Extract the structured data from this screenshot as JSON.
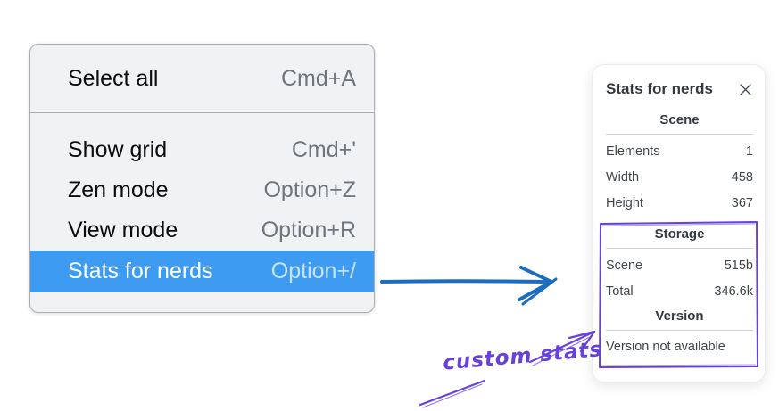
{
  "context_menu": {
    "groups": [
      {
        "items": [
          {
            "label": "Select all",
            "shortcut": "Cmd+A",
            "highlighted": false
          }
        ]
      },
      {
        "items": [
          {
            "label": "Show grid",
            "shortcut": "Cmd+'",
            "highlighted": false
          },
          {
            "label": "Zen mode",
            "shortcut": "Option+Z",
            "highlighted": false
          },
          {
            "label": "View mode",
            "shortcut": "Option+R",
            "highlighted": false
          },
          {
            "label": "Stats for nerds",
            "shortcut": "Option+/",
            "highlighted": true
          }
        ]
      }
    ]
  },
  "stats_panel": {
    "title": "Stats for nerds",
    "close_icon": "x-icon",
    "sections": [
      {
        "heading": "Scene",
        "rows": [
          {
            "label": "Elements",
            "value": "1"
          },
          {
            "label": "Width",
            "value": "458"
          },
          {
            "label": "Height",
            "value": "367"
          }
        ]
      },
      {
        "heading": "Storage",
        "rows": [
          {
            "label": "Scene",
            "value": "515b"
          },
          {
            "label": "Total",
            "value": "346.6k"
          }
        ]
      },
      {
        "heading": "Version",
        "rows": [],
        "message": "Version not available"
      }
    ]
  },
  "annotation": {
    "label": "custom stats"
  },
  "colors": {
    "menu_highlight": "#3d9cf2",
    "flow_arrow_blue": "#1a6dbf",
    "annotation_purple": "#6741d9",
    "menu_background": "#f1f2f4",
    "panel_background": "#ffffff"
  }
}
